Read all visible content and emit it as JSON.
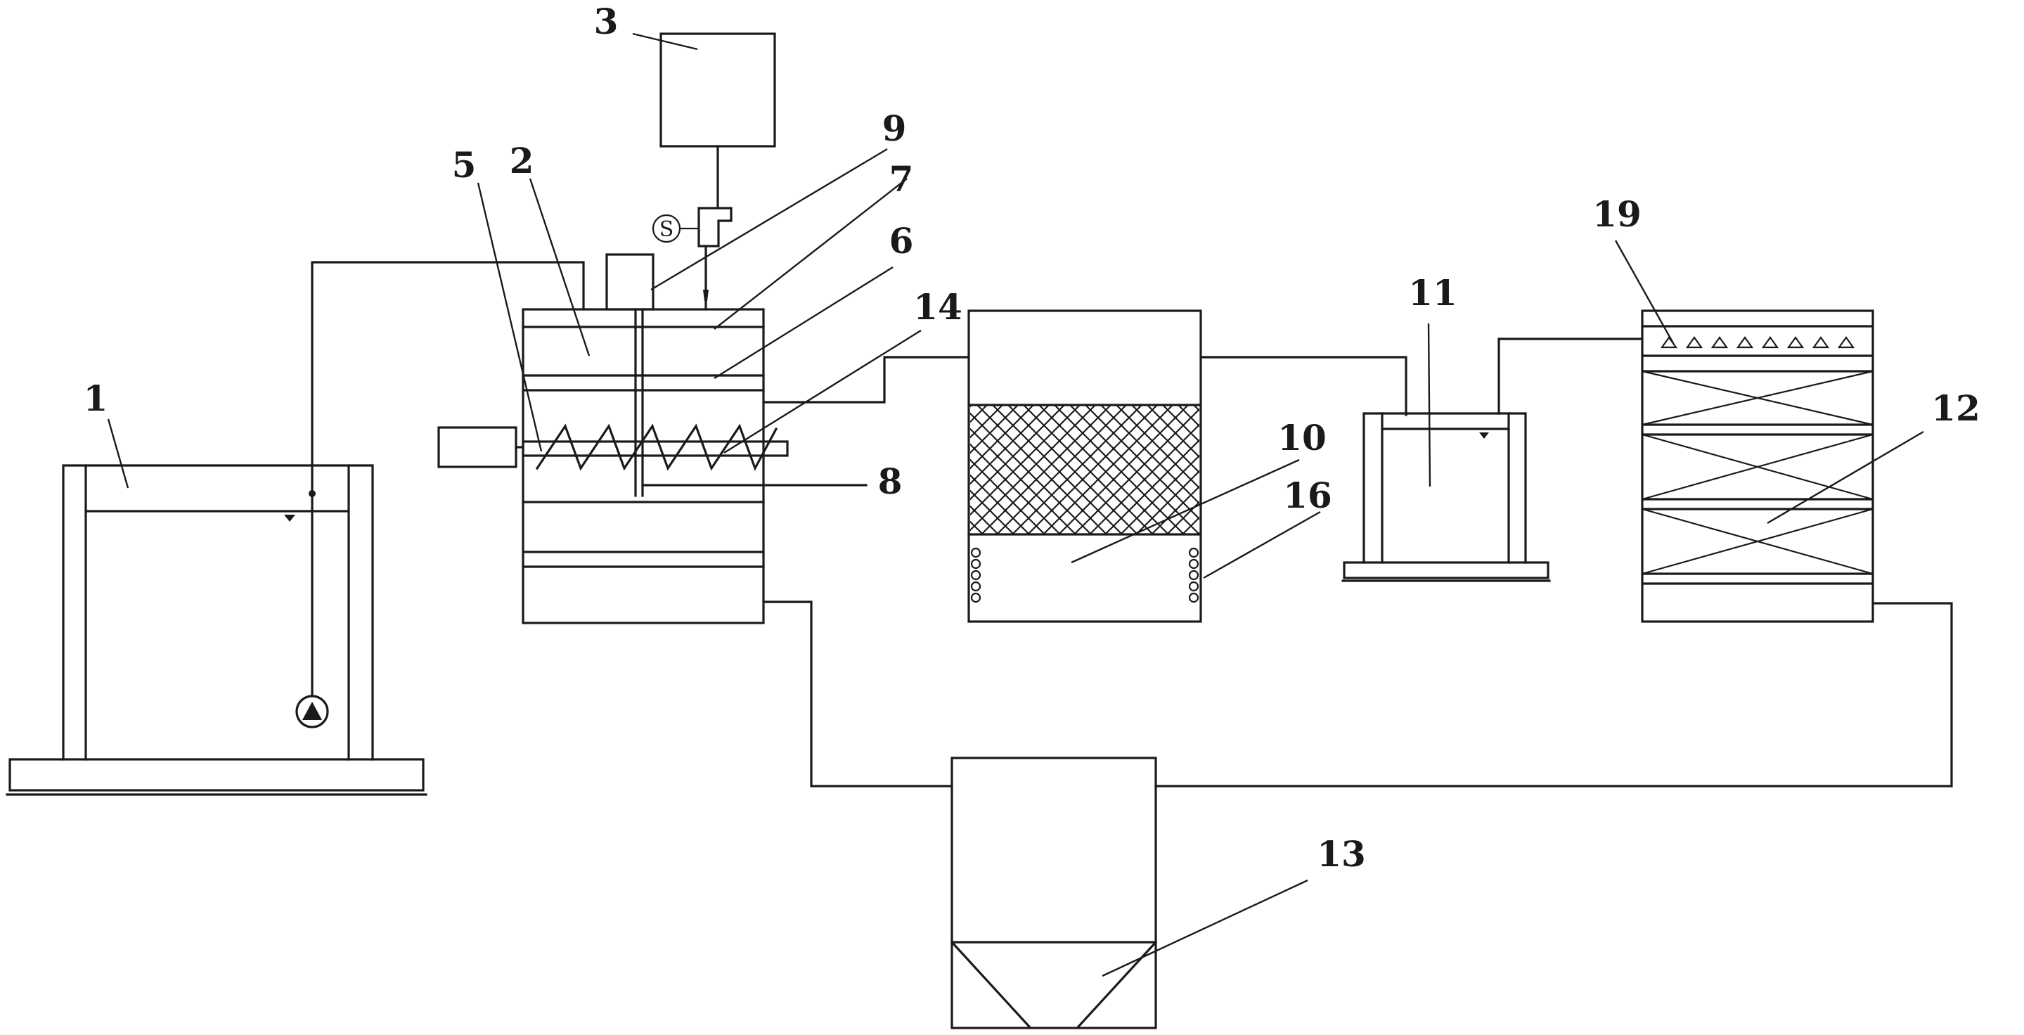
{
  "labels": {
    "l1": "1",
    "l2": "2",
    "l3": "3",
    "l5": "5",
    "l6": "6",
    "l7": "7",
    "l8": "8",
    "l9": "9",
    "l10": "10",
    "l11": "11",
    "l12": "12",
    "l13": "13",
    "l14": "14",
    "l16": "16",
    "l19": "19"
  },
  "solenoid_symbol": "S",
  "colors": {
    "line": "#1a1a1a",
    "background": "#ffffff"
  },
  "icons": [
    "pump-icon",
    "solenoid-valve-icon",
    "motor-icon",
    "water-level-icon",
    "spray-nozzle-icon",
    "aerator-icon"
  ]
}
